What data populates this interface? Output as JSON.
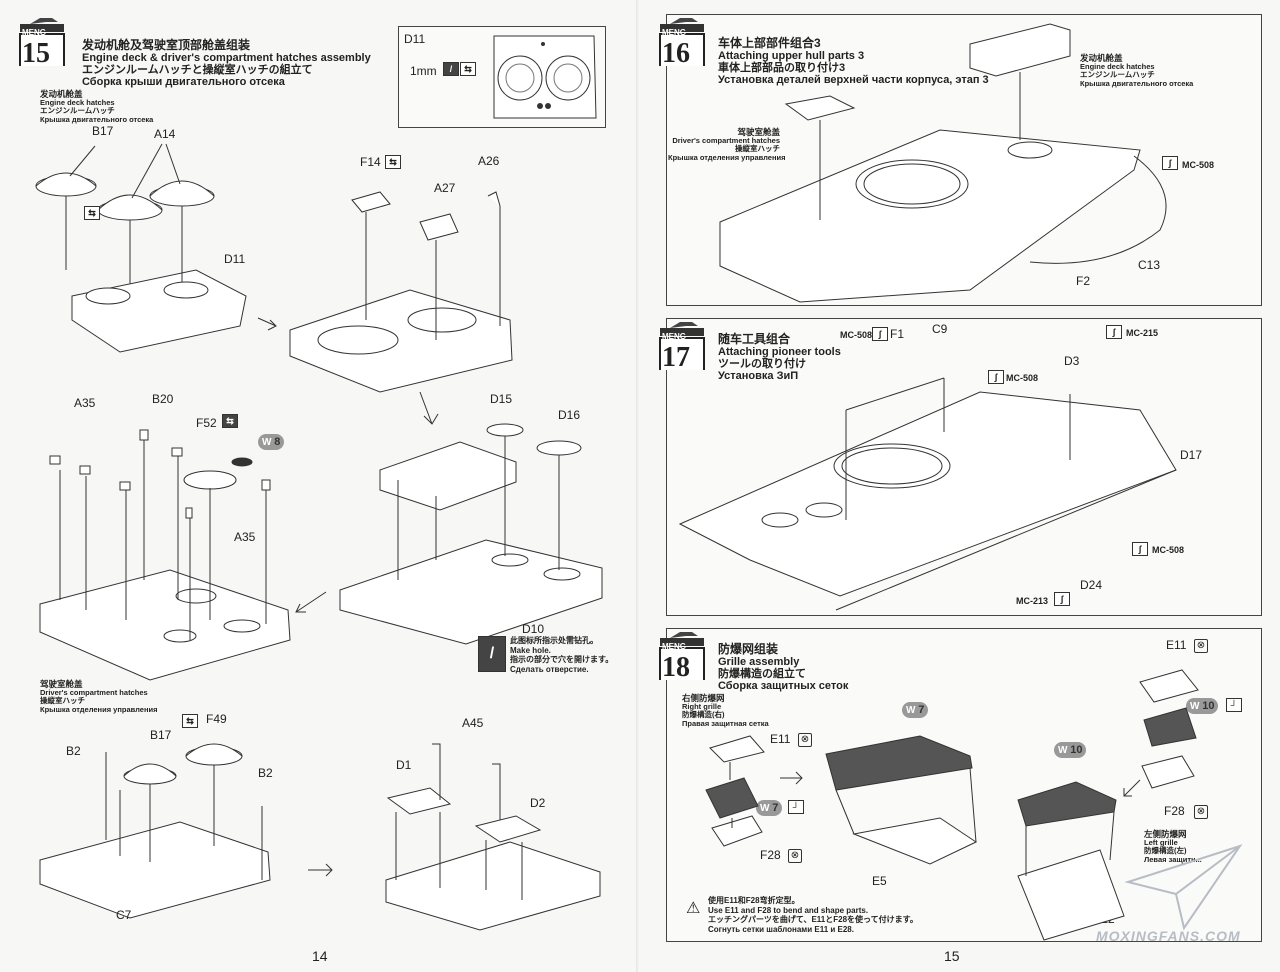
{
  "brand": "MENG",
  "left_page": {
    "page_number": "14",
    "step15": {
      "number": "15",
      "title_cn": "发动机舱及驾驶室顶部舱盖组装",
      "title_en": "Engine deck & driver's compartment hatches assembly",
      "title_jp": "エンジンルームハッチと操縦室ハッチの組立て",
      "title_ru": "Сборка крыши двигательного отсека",
      "engine_sub": {
        "cn": "发动机舱盖",
        "en": "Engine deck hatches",
        "jp": "エンジンルームハッチ",
        "ru": "Крышка двигательного отсека"
      },
      "driver_sub": {
        "cn": "驾驶室舱盖",
        "en": "Driver's compartment hatches",
        "jp": "操縦室ハッチ",
        "ru": "Крышка отделения управления"
      },
      "d11_box": {
        "label": "D11",
        "drill": "1mm"
      },
      "parts": {
        "b17": "B17",
        "a14": "A14",
        "d11": "D11",
        "f14": "F14",
        "a27": "A27",
        "a26": "A26",
        "a35": "A35",
        "b20": "B20",
        "f52": "F52",
        "w8": "8",
        "a35b": "A35",
        "d15": "D15",
        "d16": "D16",
        "d10": "D10",
        "b2": "B2",
        "b17b": "B17",
        "f49": "F49",
        "b2b": "B2",
        "c7": "C7",
        "a45": "A45",
        "d1": "D1",
        "d2": "D2"
      },
      "hole_note": {
        "cn": "此图标所指示处需钻孔。",
        "en": "Make hole.",
        "jp": "指示の部分で穴を開けます。",
        "ru": "Сделать отверстие."
      }
    }
  },
  "right_page": {
    "page_number": "15",
    "step16": {
      "number": "16",
      "title_cn": "车体上部部件组合3",
      "title_en": "Attaching upper hull parts 3",
      "title_jp": "車体上部部品の取り付け3",
      "title_ru": "Установка деталей верхней части корпуса, этап 3",
      "engine_sub": {
        "cn": "发动机舱盖",
        "en": "Engine deck hatches",
        "jp": "エンジンルームハッチ",
        "ru": "Крышка двигательного отсека"
      },
      "driver_sub": {
        "cn": "驾驶室舱盖",
        "en": "Driver's compartment hatches",
        "jp": "操縦室ハッチ",
        "ru": "Крышка отделения управления"
      },
      "mc": "MC-508",
      "parts": {
        "f2": "F2",
        "c13": "C13"
      }
    },
    "step17": {
      "number": "17",
      "title_cn": "随车工具组合",
      "title_en": "Attaching pioneer tools",
      "title_jp": "ツールの取り付け",
      "title_ru": "Установка ЗиП",
      "mc_a": "MC-508",
      "mc_b": "MC-215",
      "mc_c": "MC-508",
      "mc_d": "MC-508",
      "mc_e": "MC-213",
      "parts": {
        "f1": "F1",
        "c9": "C9",
        "d3": "D3",
        "d17": "D17",
        "d24": "D24"
      }
    },
    "step18": {
      "number": "18",
      "title_cn": "防爆网组装",
      "title_en": "Grille assembly",
      "title_jp": "防爆構造の組立て",
      "title_ru": "Сборка защитных сеток",
      "right_sub": {
        "cn": "右侧防爆网",
        "en": "Right grille",
        "jp": "防爆構造(右)",
        "ru": "Правая защитная сетка"
      },
      "left_sub": {
        "cn": "左侧防爆网",
        "en": "Left grille",
        "jp": "防爆構造(左)",
        "ru": "Левая защитн..."
      },
      "parts": {
        "e11": "E11",
        "w7": "7",
        "f28": "F28",
        "w7b": "7",
        "e5": "E5",
        "w10": "10",
        "e2": "E2",
        "e11b": "E11",
        "w10b": "10",
        "f28b": "F28"
      },
      "note": {
        "cn": "使用E11和F28弯折定型。",
        "en": "Use E11 and F28 to bend and shape parts.",
        "jp": "エッチングパーツを曲げて、E11とF28を使って付けます。",
        "ru": "Согнуть сетки шаблонами E11 и E28."
      }
    },
    "watermark": "MOXINGFANS.COM"
  }
}
